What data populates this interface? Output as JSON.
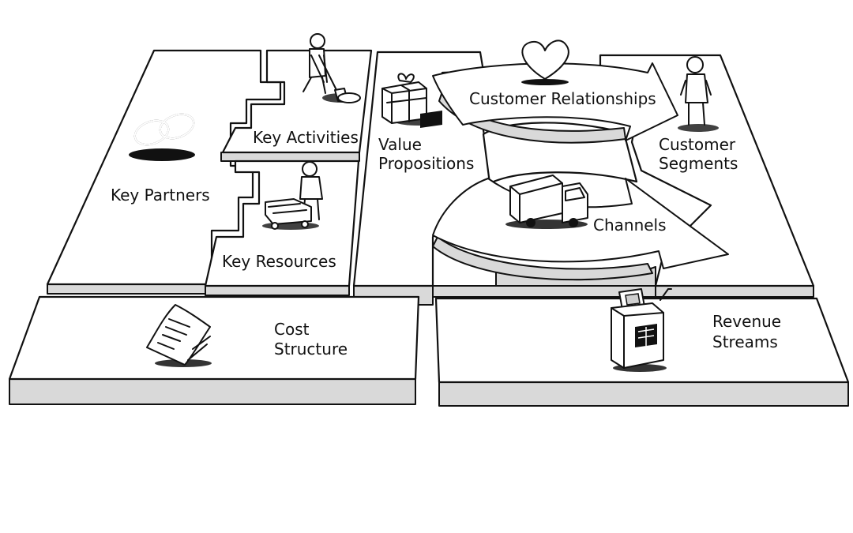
{
  "blocks": {
    "key_partners": [
      "Key Partners"
    ],
    "key_activities": [
      "Key Activities"
    ],
    "key_resources": [
      "Key Resources"
    ],
    "value_propositions": [
      "Value",
      "Propositions"
    ],
    "customer_relationships": [
      "Customer Relationships"
    ],
    "channels": [
      "Channels"
    ],
    "customer_segments": [
      "Customer",
      "Segments"
    ],
    "cost_structure": [
      "Cost",
      "Structure"
    ],
    "revenue_streams": [
      "Revenue",
      "Streams"
    ]
  },
  "icons": {
    "key_partners": "linked-rings-icon",
    "key_activities": "worker-digging-icon",
    "key_resources": "person-with-cart-icon",
    "value_propositions": "gift-box-icon",
    "customer_relationships": "heart-icon",
    "channels": "delivery-truck-icon",
    "customer_segments": "standing-customer-icon",
    "cost_structure": "invoice-document-icon",
    "revenue_streams": "cash-register-icon"
  },
  "colors": {
    "ink": "#111111",
    "paper": "#ffffff",
    "shade": "#d9d9d9"
  }
}
